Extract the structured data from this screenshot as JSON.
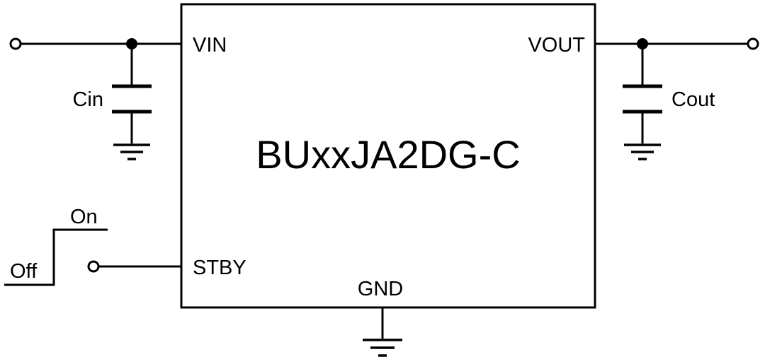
{
  "diagram": {
    "chip_name": "BUxxJA2DG-C",
    "pins": {
      "vin": "VIN",
      "vout": "VOUT",
      "stby": "STBY",
      "gnd": "GND"
    },
    "components": {
      "input_cap": "Cin",
      "output_cap": "Cout"
    },
    "stby_signal": {
      "on": "On",
      "off": "Off"
    },
    "colors": {
      "line": "#000000",
      "background": "#ffffff"
    }
  }
}
